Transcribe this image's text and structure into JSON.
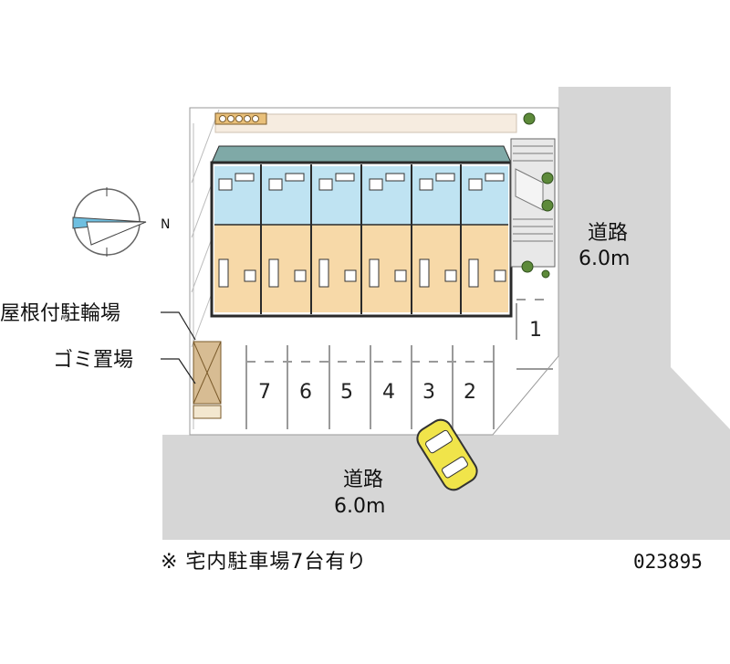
{
  "roads": [
    {
      "name": "道路",
      "width": "6.0m"
    },
    {
      "name": "道路",
      "width": "6.0m"
    }
  ],
  "labels": {
    "bike_parking": "屋根付駐輪場",
    "garbage": "ゴミ置場",
    "compass": "N"
  },
  "parking_slots": [
    "1",
    "7",
    "6",
    "5",
    "4",
    "3",
    "2"
  ],
  "note": "※ 宅内駐車場7台有り",
  "property_code": "023895",
  "colors": {
    "road": "#d6d6d6",
    "lot": "#ffffff",
    "room": "#f7d9a8",
    "wet_area": "#bfe3f2",
    "roof": "#7fa9a7",
    "outline": "#2a2a2a",
    "car": "#f0e44a",
    "greenery": "#5d8a3a"
  }
}
